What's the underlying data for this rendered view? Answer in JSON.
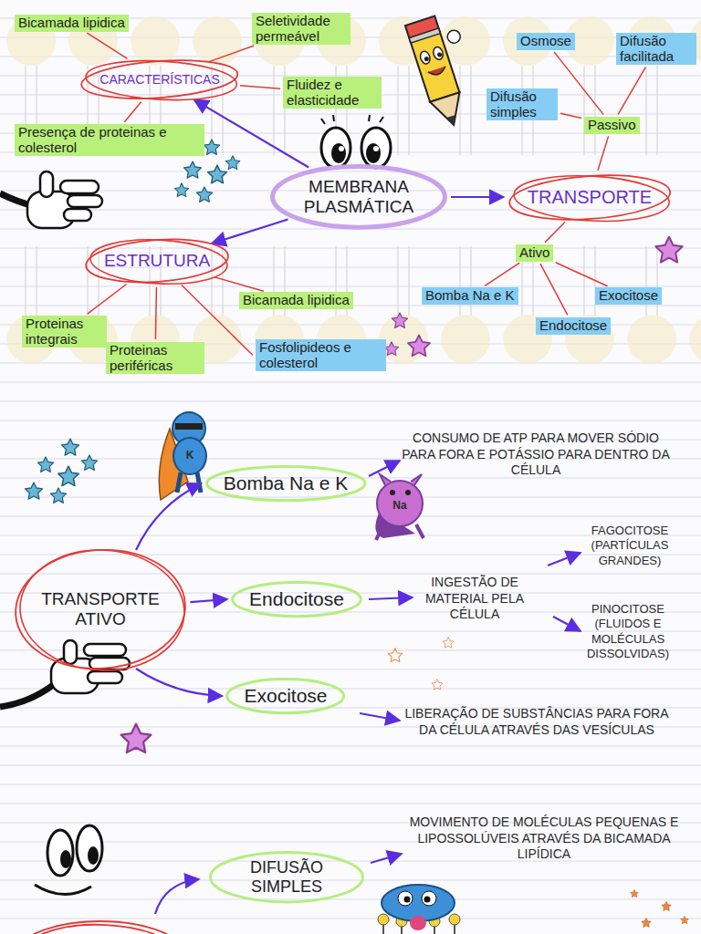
{
  "diagram": {
    "nodes": [
      {
        "text": [
          "Bicamada lipidica"
        ]
      },
      {
        "text": [
          "Seletividade permeável"
        ]
      },
      {
        "text": [
          "CARACTERÍSTICAS"
        ]
      },
      {
        "text": [
          "Fluidez e elasticidade"
        ]
      },
      {
        "text": [
          "Presença de proteinas e colesterol"
        ]
      },
      {
        "text": [
          "Osmose"
        ]
      },
      {
        "text": [
          "Difusão facilitada"
        ]
      },
      {
        "text": [
          "Difusão simples"
        ]
      },
      {
        "text": [
          "Passivo"
        ]
      },
      {
        "text": [
          "MEMBRANA PLASMÁTICA"
        ]
      },
      {
        "text": [
          "TRANSPORTE"
        ]
      },
      {
        "text": [
          "ESTRUTURA"
        ]
      },
      {
        "text": [
          "Ativo"
        ]
      },
      {
        "text": [
          "Bicamada lipidica"
        ]
      },
      {
        "text": [
          "Bomba Na e K"
        ]
      },
      {
        "text": [
          "Exocitose"
        ]
      },
      {
        "text": [
          "Proteinas integrais"
        ]
      },
      {
        "text": [
          "Endocitose"
        ]
      },
      {
        "text": [
          "Proteinas periféricas"
        ]
      },
      {
        "text": [
          "Fosfolipideos e colesterol"
        ]
      },
      {
        "text": [
          "Bomba Na e K"
        ]
      },
      {
        "text": [
          "TRANSPORTE ATIVO"
        ]
      },
      {
        "text": [
          "Endocitose"
        ]
      },
      {
        "text": [
          "Exocitose"
        ]
      },
      {
        "text": [
          "DIFUSÃO SIMPLES"
        ]
      }
    ],
    "edges": [
      {
        "from": 9,
        "to": 2,
        "arrow": "to"
      },
      {
        "from": 9,
        "to": 11,
        "arrow": "to"
      },
      {
        "from": 9,
        "to": 10,
        "arrow": "to"
      },
      {
        "from": 2,
        "to": 0,
        "arrow": "none"
      },
      {
        "from": 2,
        "to": 1,
        "arrow": "none"
      },
      {
        "from": 2,
        "to": 3,
        "arrow": "none"
      },
      {
        "from": 2,
        "to": 4,
        "arrow": "none"
      },
      {
        "from": 11,
        "to": 13,
        "arrow": "none"
      },
      {
        "from": 11,
        "to": 16,
        "arrow": "none"
      },
      {
        "from": 11,
        "to": 18,
        "arrow": "none"
      },
      {
        "from": 11,
        "to": 19,
        "arrow": "none"
      },
      {
        "from": 10,
        "to": 8,
        "arrow": "none"
      },
      {
        "from": 10,
        "to": 12,
        "arrow": "none"
      },
      {
        "from": 8,
        "to": 5,
        "arrow": "none"
      },
      {
        "from": 8,
        "to": 6,
        "arrow": "none"
      },
      {
        "from": 8,
        "to": 7,
        "arrow": "none"
      },
      {
        "from": 12,
        "to": 14,
        "arrow": "none"
      },
      {
        "from": 12,
        "to": 15,
        "arrow": "none"
      },
      {
        "from": 12,
        "to": 17,
        "arrow": "none"
      },
      {
        "from": 21,
        "to": 20,
        "arrow": "to"
      },
      {
        "from": 21,
        "to": 22,
        "arrow": "to"
      },
      {
        "from": 21,
        "to": 23,
        "arrow": "to"
      }
    ],
    "labels": [
      "CONSUMO DE ATP PARA MOVER SÓDIO PARA FORA E POTÁSSIO PARA DENTRO DA CÉLULA",
      "INGESTÃO DE MATERIAL PELA CÉLULA",
      "FAGOCITOSE (PARTÍCULAS GRANDES)",
      "PINOCITOSE (FLUIDOS E MOLÉCULAS DISSOLVIDAS)",
      "LIBERAÇÃO DE SUBSTÂNCIAS PARA FORA DA CÉLULA ATRAVÉS DAS VESÍCULAS",
      "MOVIMENTO DE MOLÉCULAS PEQUENAS E LIPOSSOLÚVEIS ATRAVÉS DA BICAMADA LIPÍDICA",
      "K",
      "Na"
    ]
  }
}
